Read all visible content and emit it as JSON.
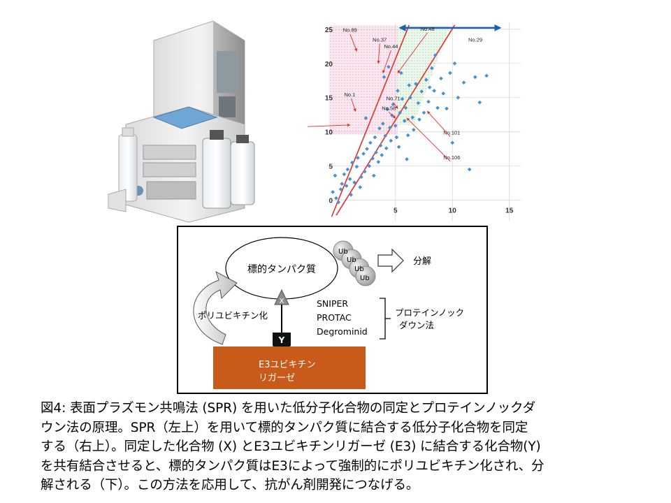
{
  "chart_data": {
    "type": "scatter",
    "x_ticks": [
      "5",
      "10",
      "15"
    ],
    "y_ticks": [
      "0",
      "5",
      "10",
      "15",
      "20",
      "25"
    ],
    "xlim": [
      -1,
      16
    ],
    "ylim": [
      -3,
      26
    ],
    "grid": true,
    "annotations": [
      "No.89",
      "No.37",
      "No.44",
      "No.48",
      "No.29",
      "No.1",
      "No.71",
      "No.58",
      "No.86",
      "No.101",
      "No.106"
    ],
    "points": [
      [
        -0.5,
        1.2
      ],
      [
        -0.3,
        3.6
      ],
      [
        -0.2,
        0.3
      ],
      [
        0,
        -0.3
      ],
      [
        0.2,
        1.6
      ],
      [
        0.3,
        2.4
      ],
      [
        0.5,
        3.8
      ],
      [
        0.7,
        2.1
      ],
      [
        0.8,
        4.5
      ],
      [
        1.0,
        3.1
      ],
      [
        1.1,
        0.8
      ],
      [
        1.2,
        5.5
      ],
      [
        1.4,
        2.6
      ],
      [
        1.6,
        4.9
      ],
      [
        1.7,
        6.2
      ],
      [
        1.9,
        1.9
      ],
      [
        2.0,
        3.4
      ],
      [
        2.2,
        6.8
      ],
      [
        2.3,
        4.2
      ],
      [
        2.4,
        12.0
      ],
      [
        2.5,
        7.5
      ],
      [
        2.7,
        5.0
      ],
      [
        2.8,
        8.4
      ],
      [
        3.0,
        6.1
      ],
      [
        3.1,
        3.6
      ],
      [
        3.2,
        9.2
      ],
      [
        3.3,
        7.0
      ],
      [
        3.5,
        5.6
      ],
      [
        3.6,
        10.5
      ],
      [
        3.7,
        8.0
      ],
      [
        3.8,
        6.6
      ],
      [
        3.9,
        11.2
      ],
      [
        4.0,
        18.0
      ],
      [
        4.1,
        9.4
      ],
      [
        4.2,
        7.6
      ],
      [
        4.3,
        13.3
      ],
      [
        4.4,
        19.5
      ],
      [
        4.5,
        10.6
      ],
      [
        4.6,
        8.7
      ],
      [
        4.7,
        12.4
      ],
      [
        4.8,
        14.0
      ],
      [
        5.0,
        10.9
      ],
      [
        5.1,
        9.2
      ],
      [
        5.2,
        16.0
      ],
      [
        5.3,
        7.8
      ],
      [
        5.4,
        12.8
      ],
      [
        5.5,
        18.6
      ],
      [
        5.6,
        14.8
      ],
      [
        5.8,
        11.6
      ],
      [
        5.9,
        13.5
      ],
      [
        6.0,
        6.0
      ],
      [
        6.1,
        9.5
      ],
      [
        6.2,
        16.8
      ],
      [
        6.3,
        15.0
      ],
      [
        6.5,
        12.1
      ],
      [
        6.6,
        10.3
      ],
      [
        6.8,
        17.0
      ],
      [
        7.0,
        14.2
      ],
      [
        7.1,
        11.8
      ],
      [
        7.3,
        15.9
      ],
      [
        7.5,
        12.8
      ],
      [
        7.7,
        17.6
      ],
      [
        7.9,
        14.4
      ],
      [
        8.0,
        16.5
      ],
      [
        8.2,
        19.3
      ],
      [
        8.4,
        16.0
      ],
      [
        8.5,
        21.2
      ],
      [
        8.7,
        13.5
      ],
      [
        9.0,
        17.8
      ],
      [
        9.2,
        15.6
      ],
      [
        9.5,
        13.4
      ],
      [
        9.8,
        18.6
      ],
      [
        10.0,
        8.4
      ],
      [
        10.5,
        15.0
      ],
      [
        11.0,
        17.2
      ],
      [
        11.5,
        4.5
      ],
      [
        12.0,
        18.0
      ],
      [
        12.4,
        14.3
      ],
      [
        13.0,
        18.2
      ],
      [
        10.2,
        20.0
      ]
    ]
  },
  "diagram": {
    "target_protein": "標的タンパク質",
    "degrade": "分解",
    "ub": "Ub",
    "x_label": "X",
    "y_label": "Y",
    "polyubiquitination": "ポリユビキチン化",
    "methods": [
      "SNIPER",
      "PROTAC",
      "Degrominid"
    ],
    "method_group_1": "プロテインノック",
    "method_group_2": "ダウン法",
    "e3_line_1": "E3ユビキチン",
    "e3_line_2": "リガーゼ",
    "colors": {
      "e3_box": "#c85a1a",
      "ub_sphere": "#bfbfbf",
      "arrow_fill": "#e6e6e6"
    }
  },
  "caption": {
    "lines": [
      "図4: 表面プラズモン共鳴法 (SPR) を用いた低分子化合物の同定とプロテインノックダ",
      "ウン法の原理。SPR（左上）を用いて標的タンパク質に結合する低分子化合物を同定",
      "する（右上）。同定した化合物 (X) とE3ユビキチンリガーゼ (E3) に結合する化合物(Y)",
      "を共有結合させると、標的タンパク質はE3によって強制的にポリユビキチン化され、分",
      "解される（下）。この方法を応用して、抗がん剤開発につなげる。"
    ]
  }
}
